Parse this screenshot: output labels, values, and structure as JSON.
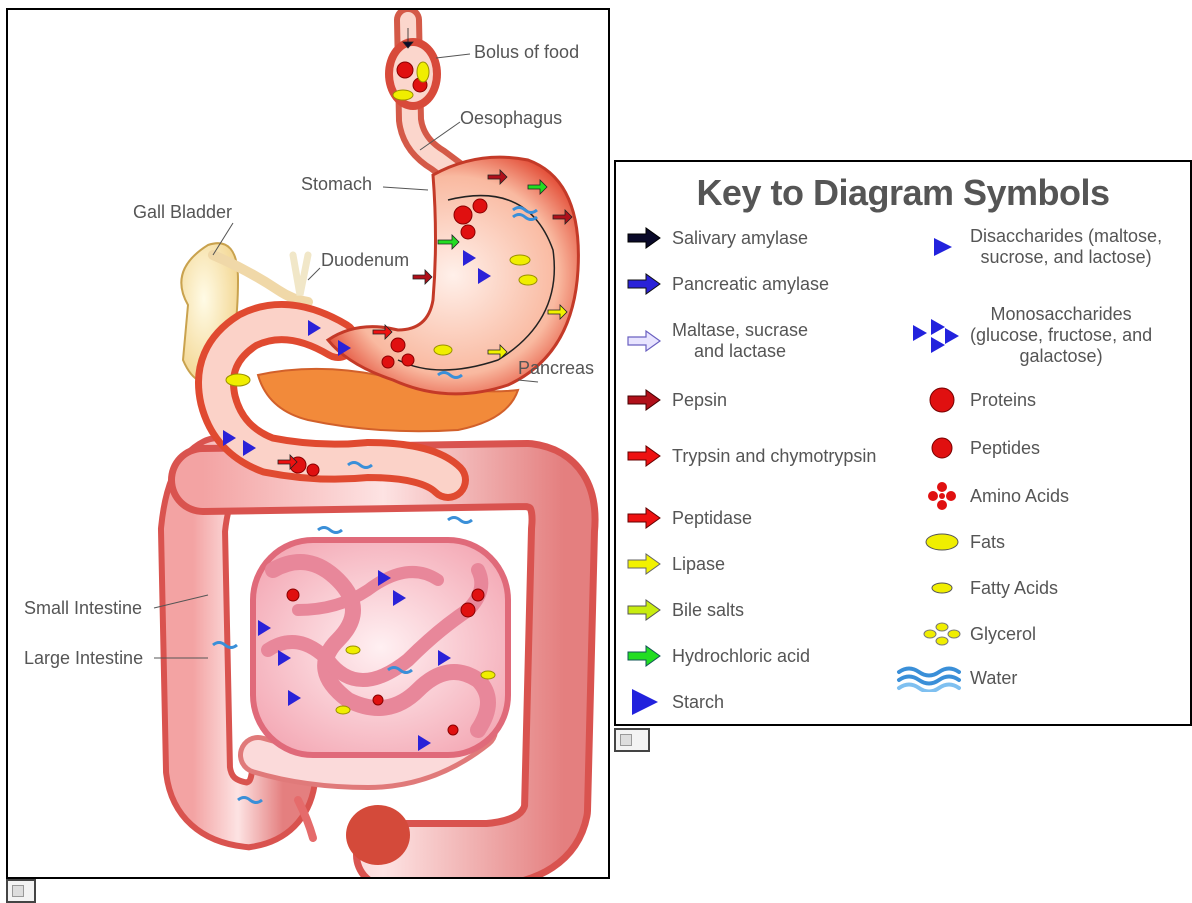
{
  "diagram": {
    "labels": {
      "bolus": "Bolus of food",
      "oesophagus": "Oesophagus",
      "stomach": "Stomach",
      "gall_bladder": "Gall Bladder",
      "duodenum": "Duodenum",
      "pancreas": "Pancreas",
      "small_intestine": "Small Intestine",
      "large_intestine": "Large Intestine"
    }
  },
  "key": {
    "title": "Key to Diagram Symbols",
    "left_items": [
      {
        "icon": "black-arrow-icon",
        "color": "#0a0a2a",
        "lines": [
          "Salivary amylase"
        ]
      },
      {
        "icon": "blue-arrow-icon",
        "color": "#2a22d8",
        "lines": [
          "Pancreatic amylase"
        ]
      },
      {
        "icon": "lilac-arrow-icon",
        "color": "#e8e4ff",
        "lines": [
          "Maltase, sucrase",
          "and lactase"
        ]
      },
      {
        "icon": "dark-red-arrow-icon",
        "color": "#b0101a",
        "lines": [
          "Pepsin"
        ]
      },
      {
        "icon": "red-arrow-icon",
        "color": "#ee1111",
        "lines": [
          "Trypsin and chymotrypsin"
        ]
      },
      {
        "icon": "red-arrow-icon",
        "color": "#ee1111",
        "lines": [
          "Peptidase"
        ]
      },
      {
        "icon": "yellow-arrow-icon",
        "color": "#f2f200",
        "lines": [
          "Lipase"
        ]
      },
      {
        "icon": "yellow-green-arrow-icon",
        "color": "#c8ec10",
        "lines": [
          "Bile salts"
        ]
      },
      {
        "icon": "green-arrow-icon",
        "color": "#22dd22",
        "lines": [
          "Hydrochloric acid"
        ]
      },
      {
        "icon": "starch-triangle-icon",
        "color": "#2222dd",
        "lines": [
          "Starch"
        ]
      }
    ],
    "right_items": [
      {
        "icon": "disaccharide-triangle-icon",
        "color": "#2222dd",
        "lines": [
          "Disaccharides (maltose,",
          "sucrose, and lactose)"
        ]
      },
      {
        "icon": "monosaccharide-triangles-icon",
        "color": "#2222dd",
        "lines": [
          "Monosaccharides",
          "(glucose, fructose, and",
          "galactose)"
        ]
      },
      {
        "icon": "protein-circle-icon",
        "color": "#e01010",
        "lines": [
          "Proteins"
        ]
      },
      {
        "icon": "peptide-circle-icon",
        "color": "#e01010",
        "lines": [
          "Peptides"
        ]
      },
      {
        "icon": "amino-acids-icon",
        "color": "#e01010",
        "lines": [
          "Amino Acids"
        ]
      },
      {
        "icon": "fat-oval-icon",
        "color": "#f0ee00",
        "lines": [
          "Fats"
        ]
      },
      {
        "icon": "fatty-acid-oval-icon",
        "color": "#f0ee00",
        "lines": [
          "Fatty Acids"
        ]
      },
      {
        "icon": "glycerol-icon",
        "color": "#f0ee00",
        "lines": [
          "Glycerol"
        ]
      },
      {
        "icon": "water-wave-icon",
        "color": "#3a8fd8",
        "lines": [
          "Water"
        ]
      }
    ]
  }
}
